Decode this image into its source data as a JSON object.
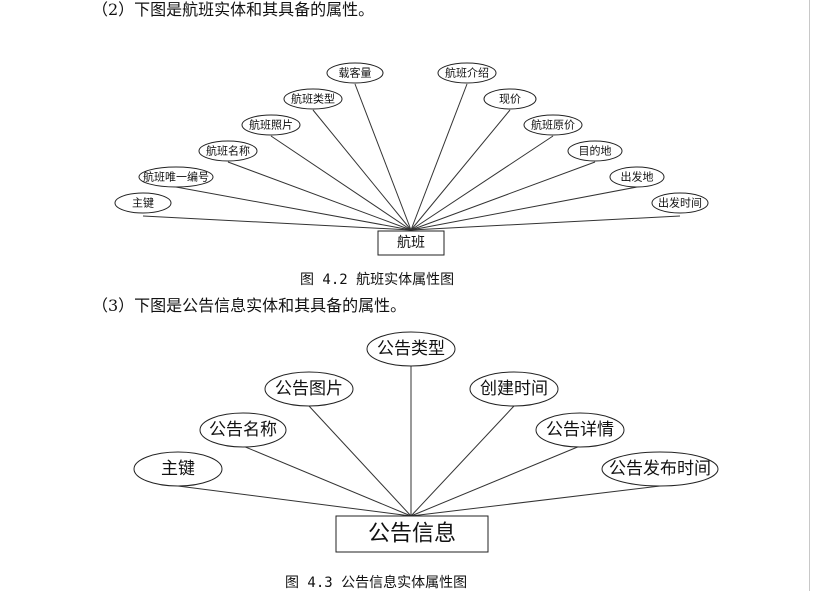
{
  "document": {
    "para_flight": "（2）下图是航班实体和其具备的属性。",
    "caption_flight": "图 4.2 航班实体属性图",
    "para_notice": "（3）下图是公告信息实体和其具备的属性。",
    "caption_notice": "图 4.3 公告信息实体属性图"
  },
  "diagram_flight": {
    "entity": "航班",
    "attributes": [
      "主键",
      "航班唯一编号",
      "航班名称",
      "航班照片",
      "航班类型",
      "载客量",
      "航班介绍",
      "现价",
      "航班原价",
      "目的地",
      "出发地",
      "出发时间"
    ]
  },
  "diagram_notice": {
    "entity": "公告信息",
    "attributes": [
      "主键",
      "公告名称",
      "公告图片",
      "公告类型",
      "创建时间",
      "公告详情",
      "公告发布时间"
    ]
  }
}
